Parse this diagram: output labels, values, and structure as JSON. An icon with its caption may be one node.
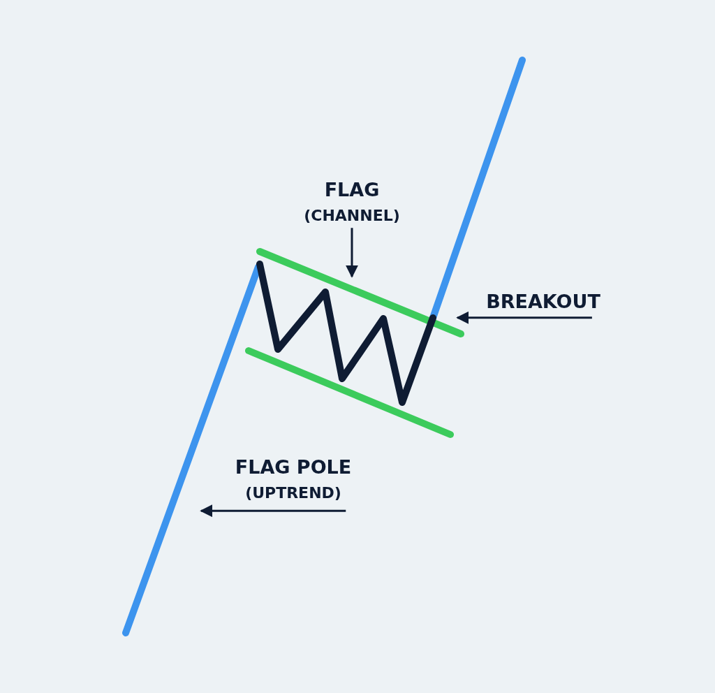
{
  "diagram": {
    "nodes": [
      {
        "text": [
          "FLAG",
          "(CHANNEL)"
        ]
      },
      {
        "text": [
          "BREAKOUT"
        ]
      },
      {
        "text": [
          "FLAG POLE",
          "(UPTREND)"
        ]
      }
    ],
    "edges": [
      {
        "from": 0,
        "to": null,
        "arrow": "to"
      },
      {
        "from": 1,
        "to": null,
        "arrow": "to"
      },
      {
        "from": 2,
        "to": null,
        "arrow": "to"
      }
    ]
  }
}
